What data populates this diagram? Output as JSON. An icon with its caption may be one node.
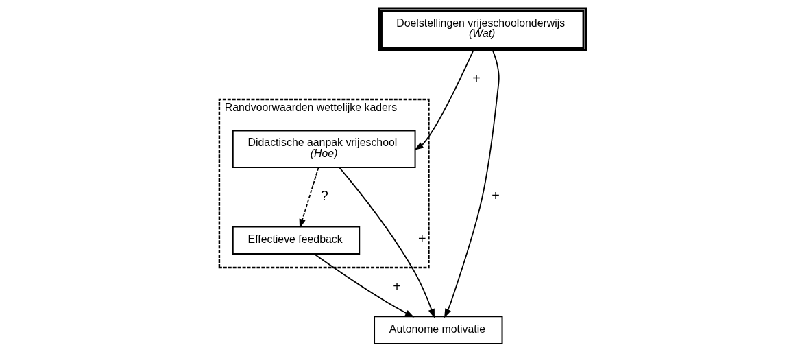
{
  "diagram": {
    "nodes": [
      {
        "text": [
          "Doelstellingen vrijeschoolonderwijs",
          "(Wat)"
        ]
      },
      {
        "text": [
          "Randvoorwaarden wettelijke kaders"
        ]
      },
      {
        "text": [
          "Didactische aanpak vrijeschool",
          "(Hoe)"
        ],
        "in": 1
      },
      {
        "text": [
          "Autonome motivatie"
        ]
      },
      {
        "text": [
          "Effectieve feedback"
        ],
        "in": 1
      }
    ],
    "edges": [
      {
        "from": 0,
        "to": 2,
        "arrow": "to",
        "label": "+"
      },
      {
        "from": 0,
        "to": 3,
        "arrow": "to",
        "label": "+"
      },
      {
        "from": 2,
        "to": 3,
        "arrow": "to",
        "label": "+"
      },
      {
        "from": 2,
        "to": 4,
        "arrow": "to",
        "label": "?",
        "style": "dashed"
      },
      {
        "from": 4,
        "to": 3,
        "arrow": "to",
        "label": "+"
      }
    ]
  }
}
